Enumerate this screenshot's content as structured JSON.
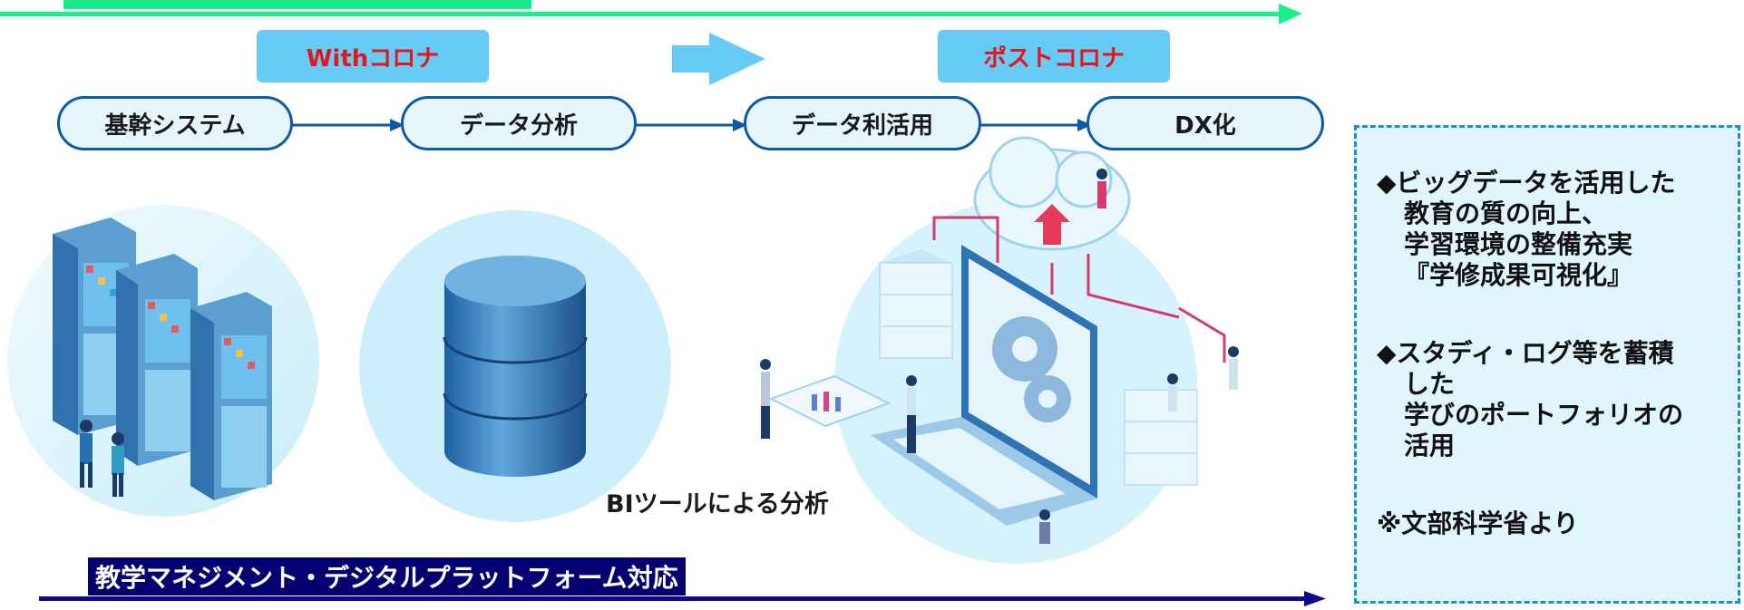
{
  "top_banner": {
    "text": ""
  },
  "phase_tags": {
    "with_corona": "Withコロナ",
    "post_corona": "ポストコロナ"
  },
  "stages": [
    "基幹システム",
    "データ分析",
    "データ利活用",
    "DX化"
  ],
  "bi_label": "BIツールによる分析",
  "bottom_banner": "教学マネジメント・デジタルプラットフォーム対応",
  "goals": {
    "lines": [
      "◆ビッグデータを活用した",
      "教育の質の向上、",
      "学習環境の整備充実",
      "『学修成果可視化』",
      "◆スタディ・ログ等を蓄積",
      "した",
      "学びのポートフォリオの",
      "活用",
      "※文部科学省より"
    ]
  },
  "colors": {
    "top_arrow": "#19f08c",
    "bottom_arrow": "#0a0a8a",
    "tag_bg": "#66ccf5",
    "tag_text": "#e4161b",
    "stage_border": "#0d5aa7",
    "stage_bg": "#e6f6fb",
    "goal_border": "#1c8fd1",
    "goal_bg": "#e1f5fc"
  }
}
